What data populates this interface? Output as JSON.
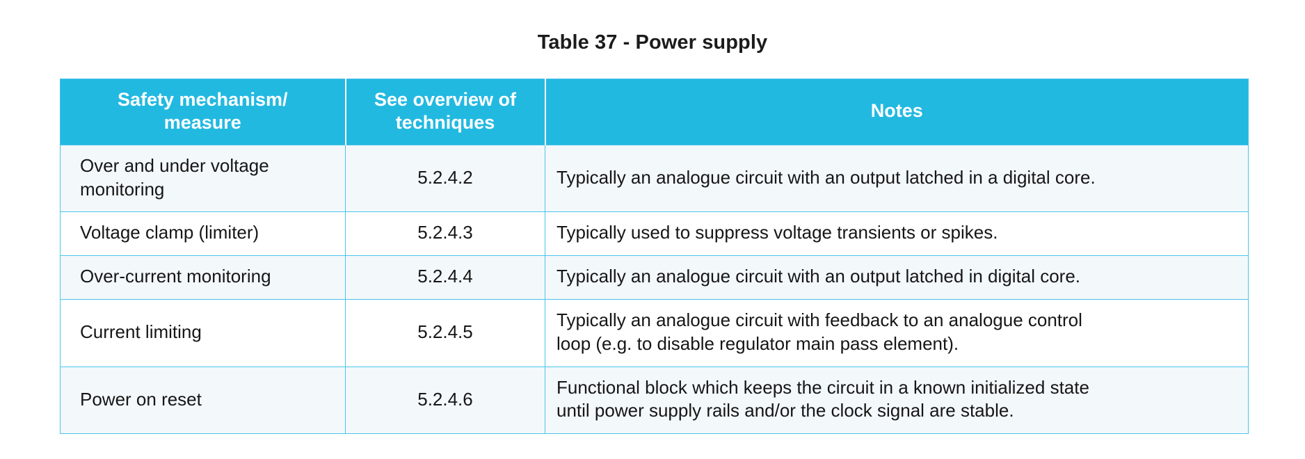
{
  "title": "Table 37 - Power supply",
  "colors": {
    "header_bg": "#22b9e1",
    "header_text": "#ffffff",
    "border": "#4cc5ea",
    "row_alt_bg": "#f3f8fb",
    "row_plain_bg": "#ffffff",
    "body_text": "#161616",
    "title_text": "#1b1b1b"
  },
  "table": {
    "headers": {
      "mechanism": "Safety mechanism/ measure",
      "mechanism_line1": "Safety mechanism/",
      "mechanism_line2": "measure",
      "reference": "See overview of techniques",
      "reference_line1": "See overview of",
      "reference_line2": "techniques",
      "notes": "Notes"
    },
    "rows": [
      {
        "mechanism": "Over and under voltage monitoring",
        "reference": "5.2.4.2",
        "notes": "Typically an analogue circuit with an output latched in a digital core.",
        "notes_line1": "Typically an analogue circuit with an output latched in a digital core.",
        "notes_line2": ""
      },
      {
        "mechanism": "Voltage clamp (limiter)",
        "reference": "5.2.4.3",
        "notes": "Typically used to suppress voltage transients or spikes.",
        "notes_line1": "Typically used to suppress voltage transients or spikes.",
        "notes_line2": ""
      },
      {
        "mechanism": "Over-current monitoring",
        "reference": "5.2.4.4",
        "notes": "Typically an analogue circuit with an output latched in digital core.",
        "notes_line1": "Typically an analogue circuit with an output latched in digital core.",
        "notes_line2": ""
      },
      {
        "mechanism": "Current limiting",
        "reference": "5.2.4.5",
        "notes": "Typically an analogue circuit with feedback to an analogue control loop (e.g. to disable regulator main pass element).",
        "notes_line1": "Typically an analogue circuit with feedback to an analogue control",
        "notes_line2": "loop (e.g. to disable regulator main pass element)."
      },
      {
        "mechanism": "Power on reset",
        "reference": "5.2.4.6",
        "notes": "Functional block which keeps the circuit in a known initialized state until power supply rails and/or the clock signal are stable.",
        "notes_line1": "Functional block which keeps the circuit in a known initialized state",
        "notes_line2": "until power supply rails and/or the clock signal are stable."
      }
    ]
  }
}
